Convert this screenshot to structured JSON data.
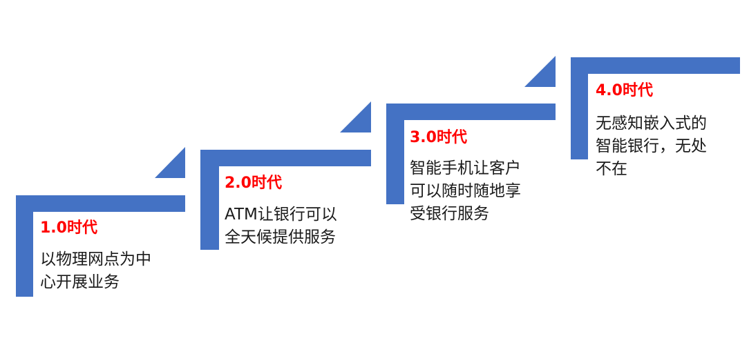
{
  "colors": {
    "shape": "#4472C4",
    "title": "#FF0000",
    "text": "#1A1A1A"
  },
  "stages": [
    {
      "title": "1.0时代",
      "lines": [
        "以物理网点为中",
        "心开展业务"
      ]
    },
    {
      "title": "2.0时代",
      "lines": [
        "ATM让银行可以",
        "全天候提供服务"
      ]
    },
    {
      "title": "3.0时代",
      "lines": [
        "智能手机让客户",
        "可以随时随地享",
        "受银行服务"
      ]
    },
    {
      "title": "4.0时代",
      "lines": [
        "无感知嵌入式的",
        "智能银行，无处",
        "不在"
      ]
    }
  ]
}
